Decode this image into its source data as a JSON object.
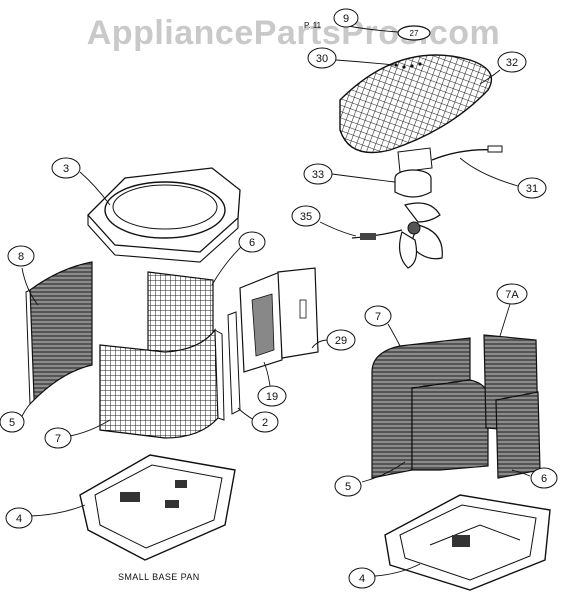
{
  "watermark": "AppliancePartsPros.com",
  "caption": "SMALL BASE PAN",
  "top_label": "P. 11",
  "callouts": {
    "c3": "3",
    "c8": "8",
    "c6a": "6",
    "c29": "29",
    "c5a": "5",
    "c7a": "7",
    "c19": "19",
    "c2": "2",
    "c4a": "4",
    "c9": "9",
    "c30": "30",
    "c32": "32",
    "c33": "33",
    "c31": "31",
    "c35": "35",
    "c7b": "7",
    "c7A": "7A",
    "c5b": "5",
    "c6b": "6",
    "c4b": "4",
    "c27": "27"
  }
}
